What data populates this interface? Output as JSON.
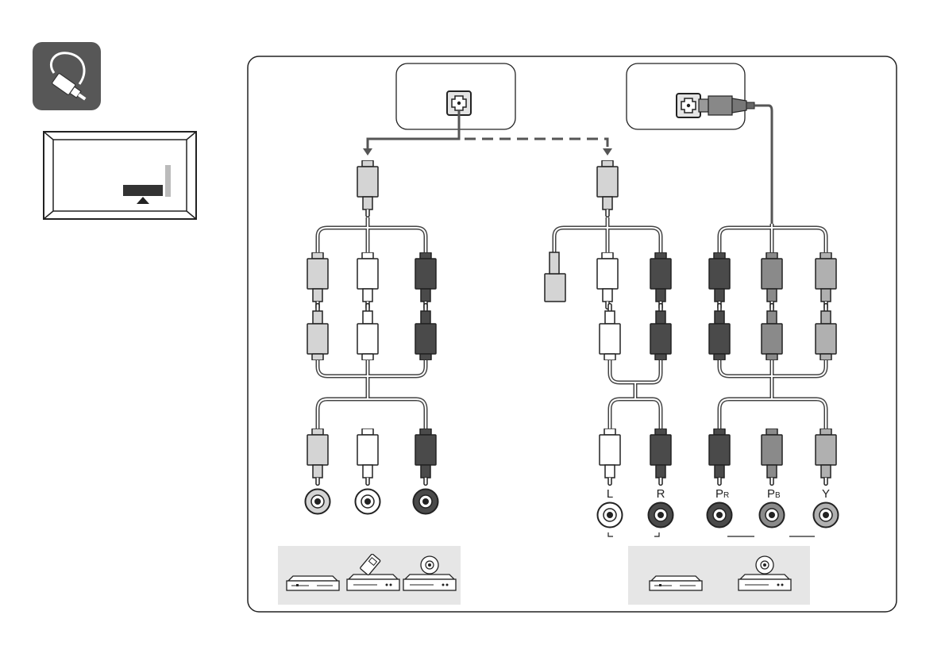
{
  "icons": {
    "cable_icon": "cable-icon",
    "tv_icon": "tv-input-icon"
  },
  "colors": {
    "light_gray": "#d4d4d4",
    "white": "#ffffff",
    "dark": "#4a4a4a",
    "medium": "#8a8a8a",
    "panel": "#e6e6e6",
    "line": "#333333"
  },
  "composite_ports": [
    {
      "color": "light_gray"
    },
    {
      "color": "white"
    },
    {
      "color": "dark"
    }
  ],
  "audio_ports": [
    {
      "label": "L",
      "color": "white"
    },
    {
      "label": "R",
      "color": "dark"
    }
  ],
  "component_ports": [
    {
      "label_main": "P",
      "label_sub": "R",
      "color": "dark"
    },
    {
      "label_main": "P",
      "label_sub": "B",
      "color": "medium"
    },
    {
      "label_main": "Y",
      "label_sub": "",
      "color": "light_gray"
    }
  ],
  "devices": {
    "left_group": [
      "vcr-device-icon",
      "set-top-box-device-icon",
      "dvd-player-device-icon"
    ],
    "right_group": [
      "vcr-device-icon",
      "dvd-player-device-icon"
    ]
  }
}
